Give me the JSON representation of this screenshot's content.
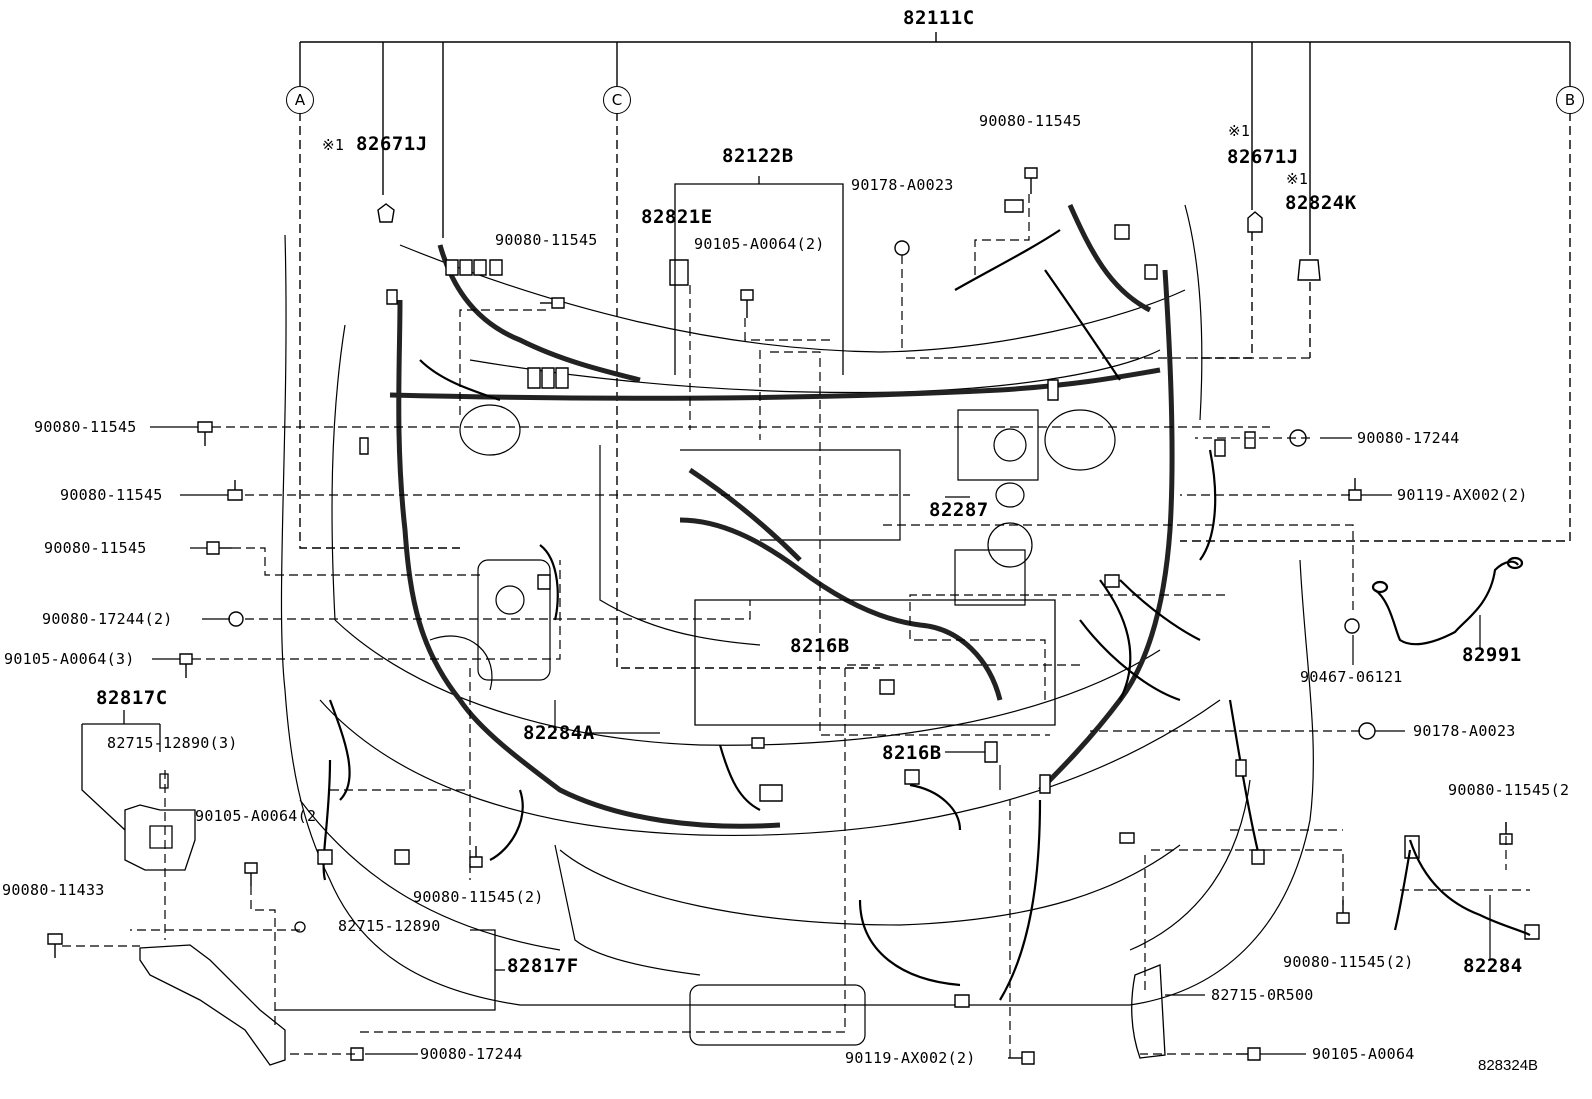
{
  "diagram": {
    "top_label": "82111C",
    "callouts": [
      "A",
      "C",
      "B"
    ],
    "note_mark": "※1",
    "reference": "828324B",
    "labels": {
      "p82671J_left": "82671J",
      "p82671J_right": "82671J",
      "p82824K": "82824K",
      "p82122B": "82122B",
      "p82821E": "82821E",
      "p90080_11545_top": "90080-11545",
      "p90080_11545_upper": "90080-11545",
      "p90105_A0064_2_top": "90105-A0064(2)",
      "p90178_A0023_top": "90178-A0023",
      "p90080_11545_l1": "90080-11545",
      "p90080_11545_l2": "90080-11545",
      "p90080_11545_l3": "90080-11545",
      "p90080_17244_2": "90080-17244(2)",
      "p90105_A0064_3": "90105-A0064(3)",
      "p82817C": "82817C",
      "p82715_12890_3": "82715-12890(3)",
      "p90105_A0064_2_mid": "90105-A0064(2",
      "p90080_11433": "90080-11433",
      "p90080_11545_2_mid": "90080-11545(2)",
      "p82715_12890": "82715-12890",
      "p82817F": "82817F",
      "p90080_17244_bottom": "90080-17244",
      "p90119_AX002_2_bottom": "90119-AX002(2)",
      "p90105_A0064_bottom": "90105-A0064",
      "p82715_0R500": "82715-0R500",
      "p90080_17244_right": "90080-17244",
      "p90119_AX002_2_right": "90119-AX002(2)",
      "p82287": "82287",
      "p8216B_center": "8216B",
      "p8216B_lower": "8216B",
      "p82284A": "82284A",
      "p90467_06121": "90467-06121",
      "p82991": "82991",
      "p90178_A0023_right": "90178-A0023",
      "p90080_11545_2_right": "90080-11545(2",
      "p90080_11545_2_lowright": "90080-11545(2)",
      "p82284": "82284"
    }
  }
}
